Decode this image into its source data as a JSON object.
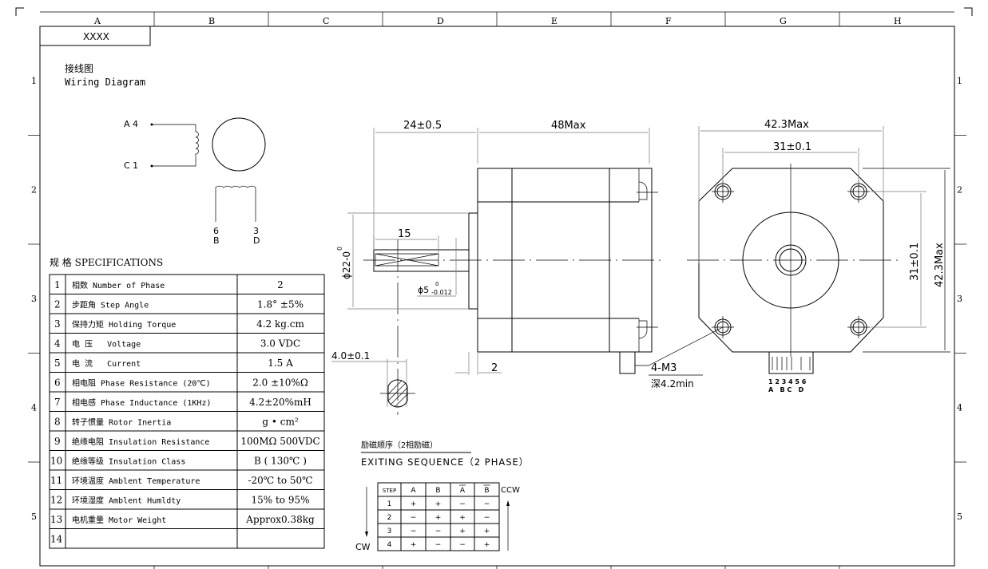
{
  "frame": {
    "columns": [
      "A",
      "B",
      "C",
      "D",
      "E",
      "F",
      "G",
      "H"
    ],
    "rows": [
      "1",
      "2",
      "3",
      "4",
      "5"
    ],
    "title_box": "XXXX"
  },
  "wiring": {
    "title_cn": "接线图",
    "title_en": "Wiring Diagram",
    "lead_a": "A 4",
    "lead_c": "C 1",
    "lead_6": "6",
    "lead_b": "B",
    "lead_3": "3",
    "lead_d": "D"
  },
  "specs": {
    "title": "规 格 SPECIFICATIONS",
    "rows": [
      {
        "no": "1",
        "label": "相数 Number of Phase",
        "value": "2"
      },
      {
        "no": "2",
        "label": "步距角 Step Angle",
        "value": "1.8° ±5%"
      },
      {
        "no": "3",
        "label": "保持力矩 Holding Torque",
        "value": "4.2 kg.cm"
      },
      {
        "no": "4",
        "label": "电 压   Voltage",
        "value": "3.0 VDC"
      },
      {
        "no": "5",
        "label": "电 流   Current",
        "value": "1.5 A"
      },
      {
        "no": "6",
        "label": "相电阻 Phase Resistance (20℃)",
        "value": "2.0 ±10%Ω"
      },
      {
        "no": "7",
        "label": "相电感 Phase Inductance (1KHz)",
        "value": "4.2±20%mH"
      },
      {
        "no": "8",
        "label": "转子惯量 Rotor Inertia",
        "value": "g • cm²"
      },
      {
        "no": "9",
        "label": "绝缘电阻 Insulation Resistance",
        "value": "100MΩ 500VDC"
      },
      {
        "no": "10",
        "label": "绝缘等级 Insulation Class",
        "value": "B ( 130℃ )"
      },
      {
        "no": "11",
        "label": "环境温度 Amblent Temperature",
        "value": "-20℃ to 50℃"
      },
      {
        "no": "12",
        "label": "环境湿度 Amblent Humldty",
        "value": "15% to 95%"
      },
      {
        "no": "13",
        "label": "电机重量 Motor Weight",
        "value": "Approx0.38kg"
      },
      {
        "no": "14",
        "label": "",
        "value": ""
      }
    ]
  },
  "sequence": {
    "title_cn": "励磁顺序（2相励磁）",
    "title_en": "EXITING SEQUENCE（2 PHASE）",
    "headers": [
      "STEP",
      "A",
      "B",
      "A",
      "B"
    ],
    "rows": [
      [
        "1",
        "+",
        "+",
        "−",
        "−"
      ],
      [
        "2",
        "−",
        "+",
        "+",
        "−"
      ],
      [
        "3",
        "−",
        "−",
        "+",
        "+"
      ],
      [
        "4",
        "+",
        "−",
        "−",
        "+"
      ]
    ],
    "cw": "CW",
    "ccw": "CCW"
  },
  "side_view": {
    "dim_shaft_len": "24±0.5",
    "dim_body_len": "48Max",
    "dim_boss": "ϕ22-0",
    "dim_boss_tol": "0",
    "dim_flat": "15",
    "dim_shaft_dia": "ϕ5",
    "dim_shaft_tol_up": "0",
    "dim_shaft_tol_low": "-0.012",
    "dim_flat_width": "4.0±0.1",
    "dim_boss_height": "2",
    "thread": "4-M3",
    "thread_depth": "深4.2min"
  },
  "front_view": {
    "dim_width": "42.3Max",
    "dim_hole_spacing": "31±0.1",
    "dim_hole_spacing_v": "31±0.1",
    "dim_height": "42.3Max",
    "pins": "1 2 3 4 5 6",
    "pin_labels": "A   B C   D"
  }
}
